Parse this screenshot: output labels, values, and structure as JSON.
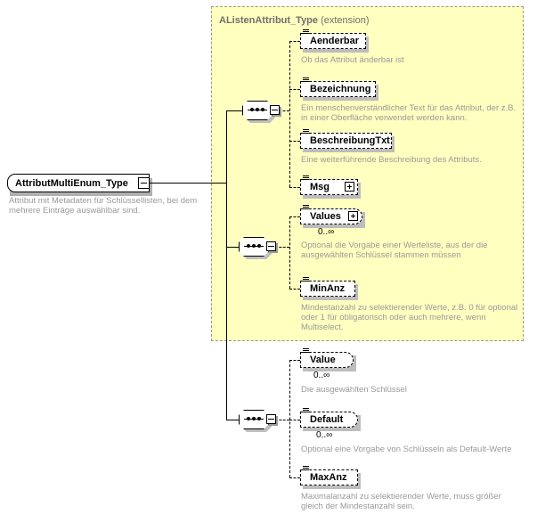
{
  "diagram": {
    "kind": "xsd-schema-diagram",
    "root": {
      "name": "AttributMultiEnum_Type",
      "expander": "minus-icon",
      "documentation": "Attribut mit Metadaten für Schlüssellisten, bei dem mehrere Einträge auswählbar sind."
    },
    "extension_panel": {
      "base_type": "AListenAttribut_Type",
      "kind_label": "(extension)",
      "background_color": "#ffffbf",
      "border_color": "#9a9a82"
    },
    "groups": [
      {
        "compositor": "sequence",
        "in_panel": true,
        "elements": [
          {
            "name": "Aenderbar",
            "cardinality": "",
            "expander": "",
            "repeating": false,
            "documentation": "Ob das Attribut änderbar ist"
          },
          {
            "name": "Bezeichnung",
            "cardinality": "",
            "expander": "",
            "repeating": false,
            "documentation": "Ein menschenverständlicher Text für das Attribut, der z.B. in einer Oberfläche verwendet werden kann."
          },
          {
            "name": "BeschreibungTxt",
            "cardinality": "",
            "expander": "",
            "repeating": false,
            "documentation": "Eine weiterführende Beschreibung des Attributs."
          },
          {
            "name": "Msg",
            "cardinality": "",
            "expander": "plus-icon",
            "repeating": false,
            "documentation": ""
          }
        ]
      },
      {
        "compositor": "sequence",
        "in_panel": true,
        "elements": [
          {
            "name": "Values",
            "cardinality": "0..∞",
            "expander": "plus-icon",
            "repeating": true,
            "documentation": "Optional die Vorgabe einer Werteliste, aus der die ausgewählten Schlüssel stammen müssen"
          },
          {
            "name": "MinAnz",
            "cardinality": "",
            "expander": "",
            "repeating": false,
            "documentation": "Mindestanzahl zu selektierender Werte, z.B. 0 für optional oder 1 für obligatorisch oder auch mehrere, wenn Multiselect."
          }
        ]
      },
      {
        "compositor": "sequence",
        "in_panel": false,
        "elements": [
          {
            "name": "Value",
            "cardinality": "0..∞",
            "expander": "",
            "repeating": true,
            "documentation": "Die ausgewählten Schlüssel"
          },
          {
            "name": "Default",
            "cardinality": "0..∞",
            "expander": "",
            "repeating": true,
            "documentation": "Optional eine Vorgabe von Schlüsseln als Default-Werte"
          },
          {
            "name": "MaxAnz",
            "cardinality": "",
            "expander": "",
            "repeating": false,
            "documentation": "Maximalanzahl zu selektierender Werte, muss größer gleich der Mindestanzahl sein."
          }
        ]
      }
    ]
  }
}
